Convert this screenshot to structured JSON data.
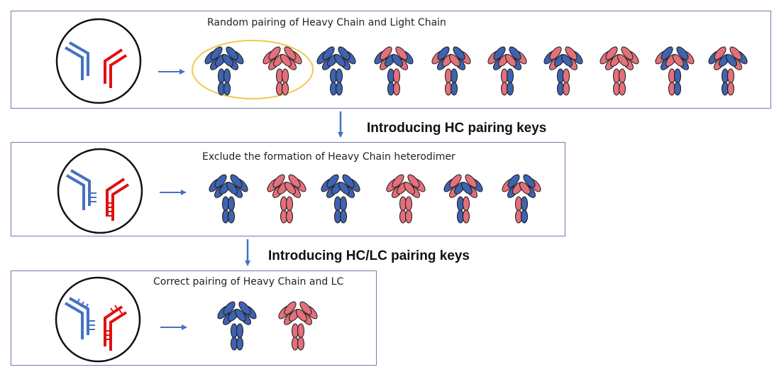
{
  "panels": [
    {
      "title": "Random pairing of  Heavy Chain and Light Chain"
    },
    {
      "title": "Exclude the formation of Heavy Chain heterodimer"
    },
    {
      "title": "Correct pairing of  Heavy Chain and LC"
    }
  ],
  "steps": [
    {
      "label": "Introducing HC pairing keys"
    },
    {
      "label": "Introducing HC/LC pairing keys"
    }
  ],
  "colors": {
    "heavy_chain_blue": "#4472c4",
    "light_chain_red": "#e01010",
    "antibody_blue": "#3f63b0",
    "antibody_pink": "#e3707a",
    "highlight_ellipse": "#f2c94c",
    "panel_border": "#6b7fa6",
    "arrow": "#4472c4"
  }
}
